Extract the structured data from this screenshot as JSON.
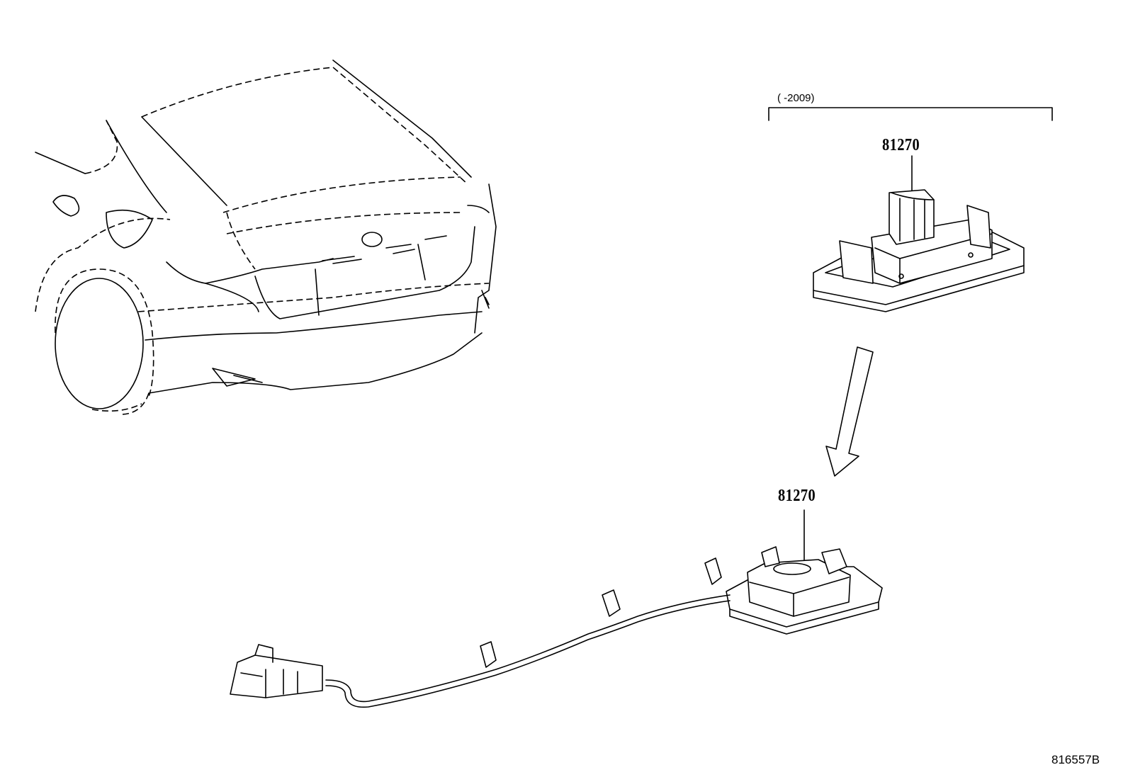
{
  "diagram": {
    "range_label": "(      -2009)",
    "callouts": [
      {
        "part_number": "81270"
      },
      {
        "part_number": "81270"
      }
    ],
    "reference_code": "816557B"
  },
  "colors": {
    "line": "#000000",
    "background": "#ffffff"
  }
}
